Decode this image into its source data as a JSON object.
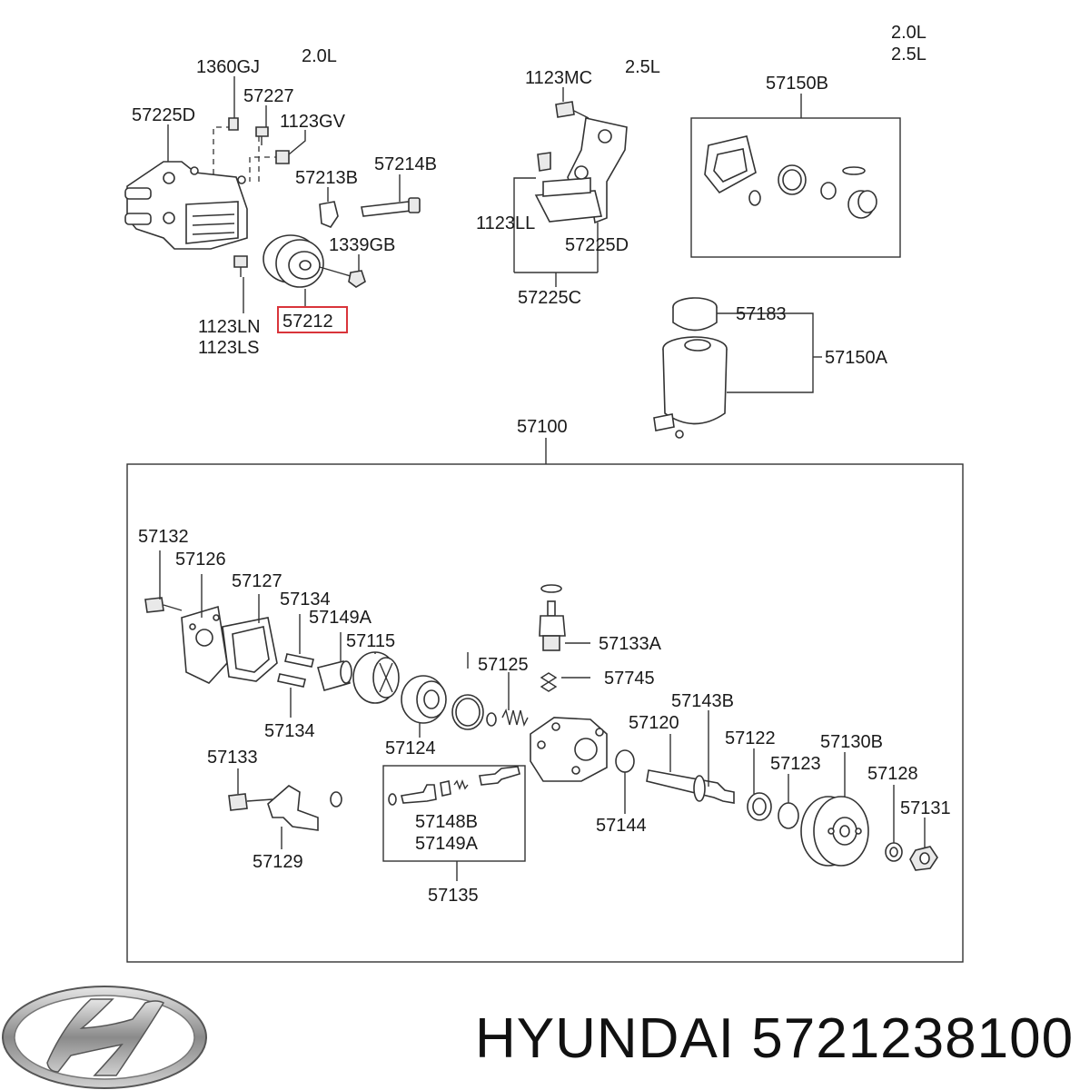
{
  "labels": {
    "l_1360GJ": "1360GJ",
    "l_20L_a": "2.0L",
    "l_57227": "57227",
    "l_57225D_a": "57225D",
    "l_1123GV": "1123GV",
    "l_57213B": "57213B",
    "l_57214B": "57214B",
    "l_1339GB": "1339GB",
    "l_1123LN": "1123LN",
    "l_1123LS": "1123LS",
    "l_57212": "57212",
    "l_1123MC": "1123MC",
    "l_25L_a": "2.5L",
    "l_1123LL": "1123LL",
    "l_57225D_b": "57225D",
    "l_57225C": "57225C",
    "l_20L_b": "2.0L",
    "l_25L_b": "2.5L",
    "l_57150B": "57150B",
    "l_57183": "57183",
    "l_57150A": "57150A",
    "l_57100": "57100",
    "l_57132": "57132",
    "l_57126": "57126",
    "l_57127": "57127",
    "l_57134_a": "57134",
    "l_57149A_a": "57149A",
    "l_57115": "57115",
    "l_57125": "57125",
    "l_57133A": "57133A",
    "l_57745": "57745",
    "l_57143B": "57143B",
    "l_57134_b": "57134",
    "l_57124": "57124",
    "l_57120": "57120",
    "l_57122": "57122",
    "l_57130B": "57130B",
    "l_57123": "57123",
    "l_57128": "57128",
    "l_57133": "57133",
    "l_57148B": "57148B",
    "l_57149A_b": "57149A",
    "l_57144": "57144",
    "l_57131": "57131",
    "l_57129": "57129",
    "l_57135": "57135"
  },
  "footer": {
    "brand_logo": "hyundai-logo-icon",
    "part_number_text": "HYUNDAI 5721238100"
  },
  "highlight_color": "#d9343a"
}
